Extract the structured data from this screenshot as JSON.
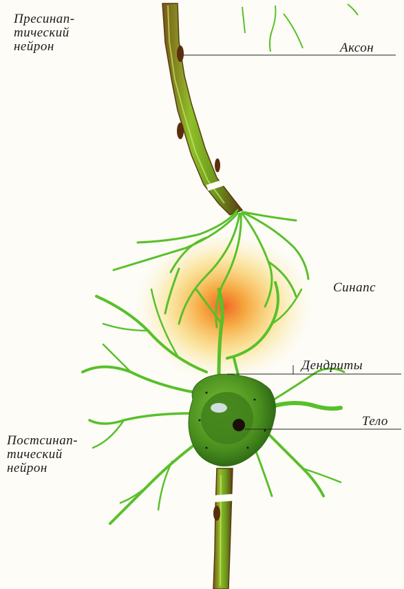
{
  "labels": {
    "presynaptic_line1": "Пресинап-",
    "presynaptic_line2": "тический",
    "presynaptic_line3": "нейрон",
    "axon": "Аксон",
    "synapse": "Синапс",
    "dendrites": "Дендриты",
    "body": "Тело",
    "postsynaptic_line1": "Постсинап-",
    "postsynaptic_line2": "тический",
    "postsynaptic_line3": "нейрон"
  },
  "colors": {
    "background": "#fdfcf6",
    "axon_fill": "#6e9a1e",
    "axon_edge": "#8a5a1a",
    "dendrite": "#58c02a",
    "soma": "#4f9a22",
    "synapse_glow": "#f39a1c",
    "leader_line": "#222222"
  }
}
